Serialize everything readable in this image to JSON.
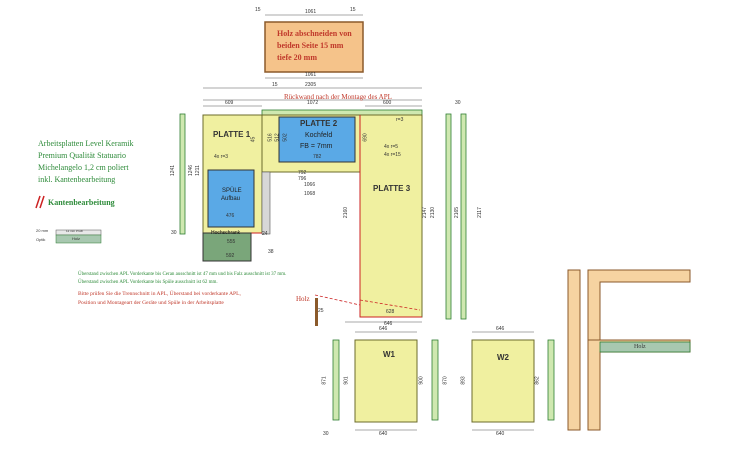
{
  "note_box": {
    "line1": "Holz abschneiden von",
    "line2": "beiden Seite 15 mm",
    "line3": "tiefe 20 mm",
    "dim_top": "1061",
    "dim_bottom": "1061",
    "dim_left": "15",
    "dim_right": "15"
  },
  "left_info": {
    "line1": "Arbeitsplatten Level Keramik",
    "line2": "Premium Qualität Statuario",
    "line3": "Michelangelo 1,2 cm poliert",
    "line4": "inkl. Kantenbearbeitung",
    "legend_label": "Kantenbearbeitung",
    "section_dim": "20 mm",
    "section_label": "Optik",
    "section_top": "12 mm Profil",
    "section_name": "Holz"
  },
  "back_wall": "Rückwand nach der Montage des APL",
  "plates": {
    "p1": "PLATTE 1",
    "p2": "PLATTE 2",
    "p2_sub1": "Kochfeld",
    "p2_sub2": "FB = 7mm",
    "p3": "PLATTE 3",
    "sink1": "SPÜLE",
    "sink2": "Aufbau",
    "hoch": "Hochschrank",
    "w1": "W1",
    "w2": "W2",
    "holz_tag": "Holz",
    "holz_small": "Holz"
  },
  "dims": {
    "d2305": "2305",
    "d15": "15",
    "d1072": "1072",
    "d609": "609",
    "d600": "600",
    "d30": "30",
    "d1241": "1241",
    "d1246": "1246",
    "d1211": "1211",
    "d782": "782",
    "d792": "792",
    "d796": "796",
    "d1066": "1066",
    "d1068": "1068",
    "d476": "476",
    "d592": "592",
    "d555": "555",
    "d24": "24",
    "d38": "38",
    "d2160": "2160",
    "d2147": "2147",
    "d2130": "2130",
    "d2117": "2117",
    "d2165": "2165",
    "d646": "646",
    "d628": "628",
    "d4xr3": "4x r=3",
    "d4xr5": "4x r=5",
    "d4xr15": "4x r=15",
    "dr3": "r=3",
    "d871": "871",
    "d901": "901",
    "d900": "900",
    "d870": "870",
    "d893": "893",
    "d862": "862",
    "d640": "640",
    "d516": "516",
    "d502": "502",
    "d512": "512",
    "d690": "690",
    "d25": "25",
    "d45": "45"
  },
  "notes": {
    "n1": "Überstand zwischen APL Vorderkante bis Ceran ausschnitt ist 47 mm und bis Falz ausschnitt ist 37 mm.",
    "n2": "Überstand zwischen APL Vorderkante bis Spüle ausschnitt ist 62 mm.",
    "n3": "Bitte prüfen Sie die Trennschnitt in APL, Überstand bei vorderkante APL,",
    "n4": "Position und Montageart der Geräte und Spüle in der Arbeitsplatte"
  },
  "colors": {
    "plate_fill": "#f0f0a0",
    "cooktop_fill": "#5aa9e6",
    "holz_fill": "#f5c38a",
    "green_edge": "#6aa84f",
    "red_edge": "#cc2222",
    "wood_board": "#f6d3a1"
  }
}
